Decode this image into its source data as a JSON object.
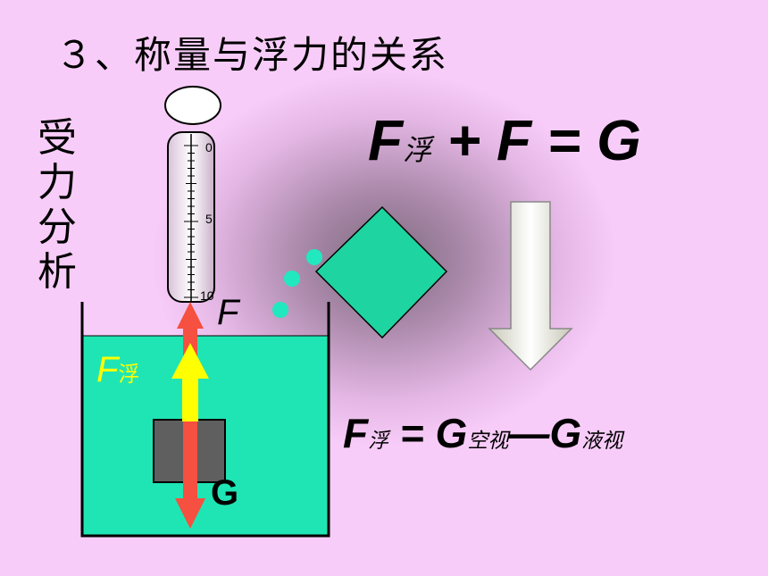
{
  "slide": {
    "title": "３、称量与浮力的关系",
    "side_label": [
      "受",
      "力",
      "分",
      "析"
    ],
    "formula1": {
      "f_sub": "浮",
      "plus": " + ",
      "f": "F",
      "eq": " = ",
      "g": "G",
      "f_main": "F"
    },
    "formula2": {
      "f": "F",
      "f_sub": "浮",
      "eq": " = ",
      "g1": "G",
      "g1_sub": "空视",
      "dash": "—",
      "g2": "G",
      "g2_sub": "液视"
    },
    "labels": {
      "force_f": "F",
      "force_buoy": "F",
      "force_buoy_sub": "浮",
      "force_g": "G"
    },
    "scale_ticks": [
      "0",
      "5",
      "10"
    ],
    "colors": {
      "water": "#1fe5b4",
      "diamond": "#1ed4a0",
      "block": "#5f5f5f",
      "arrow_red": "#f55040",
      "arrow_yellow": "#ffff00",
      "bubble": "#22e8c0"
    }
  }
}
